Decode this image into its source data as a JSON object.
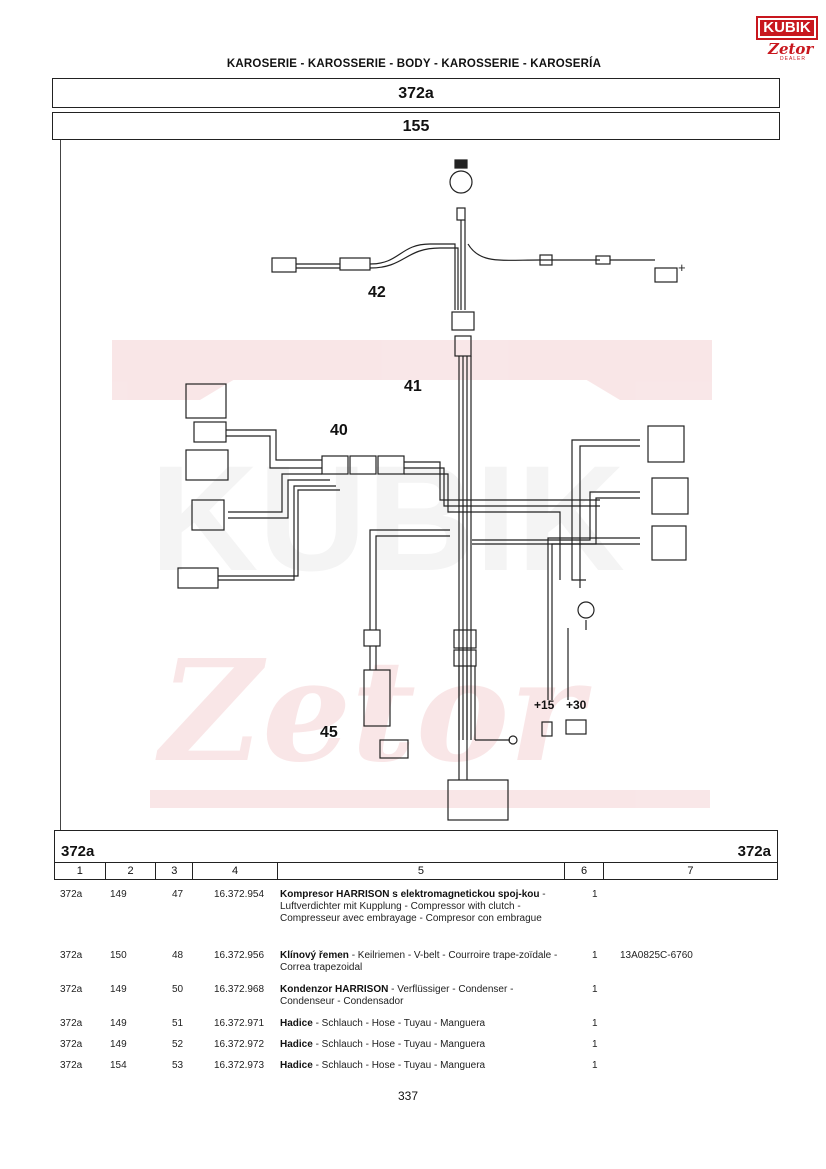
{
  "logo": {
    "brand_top": "KUBIK",
    "brand_bottom": "Zetor",
    "tagline": "DEALER"
  },
  "section_header": "KAROSERIE - KAROSSERIE - BODY - KAROSSERIE - KAROSERÍA",
  "group_code": "372a",
  "group_number": "155",
  "diagram": {
    "callouts": [
      "42",
      "41",
      "40",
      "45"
    ],
    "terminal_15": "+15",
    "terminal_30": "+30"
  },
  "table": {
    "title_left": "372a",
    "title_right": "372a",
    "columns": [
      "1",
      "2",
      "3",
      "4",
      "5",
      "6",
      "7"
    ],
    "rows": [
      {
        "c1": "372a",
        "c2": "149",
        "c3": "47",
        "c4": "16.372.954",
        "c5_bold": "Kompresor HARRISON s elektromagnetickou spoj-kou",
        "c5_rest": " - Luftverdichter mit Kupplung - Compressor with clutch - Compresseur avec embrayage - Compresor con embrague",
        "c6": "1",
        "c7": ""
      },
      {
        "c1": "372a",
        "c2": "150",
        "c3": "48",
        "c4": "16.372.956",
        "c5_bold": "Klínový řemen",
        "c5_rest": " - Keilriemen - V-belt - Courroire trape-zoïdale - Correa trapezoidal",
        "c6": "1",
        "c7": "13A0825C-6760"
      },
      {
        "c1": "372a",
        "c2": "149",
        "c3": "50",
        "c4": "16.372.968",
        "c5_bold": "Kondenzor HARRISON",
        "c5_rest": " - Verflüssiger - Condenser - Condenseur - Condensador",
        "c6": "1",
        "c7": ""
      },
      {
        "c1": "372a",
        "c2": "149",
        "c3": "51",
        "c4": "16.372.971",
        "c5_bold": "Hadice",
        "c5_rest": " - Schlauch - Hose - Tuyau - Manguera",
        "c6": "1",
        "c7": ""
      },
      {
        "c1": "372a",
        "c2": "149",
        "c3": "52",
        "c4": "16.372.972",
        "c5_bold": "Hadice",
        "c5_rest": " - Schlauch - Hose - Tuyau - Manguera",
        "c6": "1",
        "c7": ""
      },
      {
        "c1": "372a",
        "c2": "154",
        "c3": "53",
        "c4": "16.372.973",
        "c5_bold": "Hadice",
        "c5_rest": " - Schlauch - Hose - Tuyau - Manguera",
        "c6": "1",
        "c7": ""
      }
    ]
  },
  "page_number": "337"
}
